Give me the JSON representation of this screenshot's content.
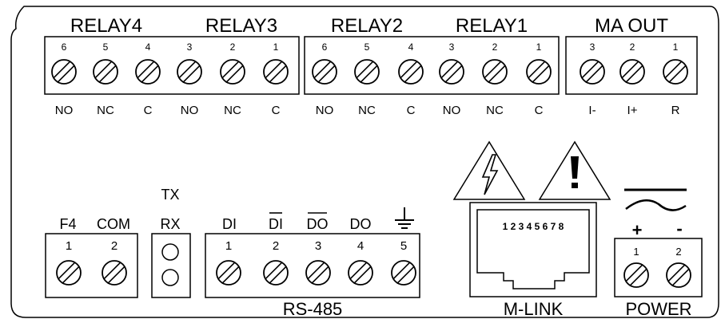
{
  "relay_groups": [
    {
      "title": "RELAY4"
    },
    {
      "title": "RELAY3"
    },
    {
      "title": "RELAY2"
    },
    {
      "title": "RELAY1"
    },
    {
      "title": "MA OUT"
    }
  ],
  "blocks": {
    "relay_4_3": {
      "numbers": [
        "6",
        "5",
        "4",
        "3",
        "2",
        "1"
      ],
      "labels": [
        "NO",
        "NC",
        "C",
        "NO",
        "NC",
        "C"
      ]
    },
    "relay_2_1": {
      "numbers": [
        "6",
        "5",
        "4",
        "3",
        "2",
        "1"
      ],
      "labels": [
        "NO",
        "NC",
        "C",
        "NO",
        "NC",
        "C"
      ]
    },
    "ma_out": {
      "numbers": [
        "3",
        "2",
        "1"
      ],
      "labels": [
        "I-",
        "I+",
        "R"
      ]
    },
    "f4_com": {
      "headers": [
        "F4",
        "COM"
      ],
      "numbers": [
        "1",
        "2"
      ]
    },
    "txrx": {
      "labels": [
        "TX",
        "RX"
      ]
    },
    "rs485": {
      "headers": [
        "DI",
        "DI",
        "DO",
        "DO"
      ],
      "numbers": [
        "1",
        "2",
        "3",
        "4",
        "5"
      ],
      "title": "RS-485"
    },
    "mlink": {
      "pins": "1 2 3 4 5 6 7 8",
      "title": "M-LINK"
    },
    "power": {
      "polarity": [
        "+",
        "-"
      ],
      "numbers": [
        "1",
        "2"
      ],
      "title": "POWER"
    }
  }
}
